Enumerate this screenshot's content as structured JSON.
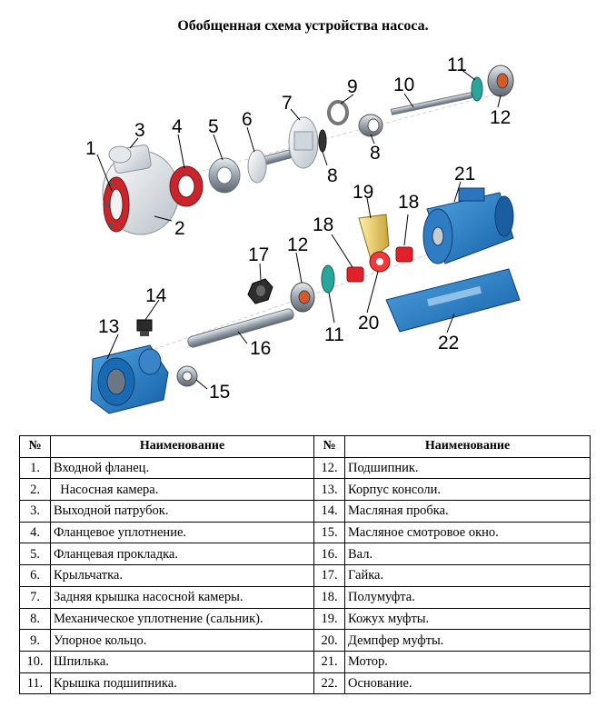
{
  "title": "Обобщенная схема устройства насоса.",
  "callouts": [
    "1",
    "2",
    "3",
    "4",
    "5",
    "6",
    "7",
    "8",
    "8",
    "9",
    "10",
    "11",
    "11",
    "12",
    "12",
    "13",
    "14",
    "15",
    "16",
    "17",
    "18",
    "18",
    "19",
    "20",
    "21",
    "22"
  ],
  "table": {
    "headers": {
      "num": "№",
      "name": "Наименование"
    },
    "rows": [
      {
        "n1": "1.",
        "name1": "Входной фланец.",
        "n2": "12.",
        "name2": "Подшипник."
      },
      {
        "n1": "2.",
        "name1": "  Насосная камера.",
        "n2": "13.",
        "name2": "Корпус консоли."
      },
      {
        "n1": "3.",
        "name1": "Выходной патрубок.",
        "n2": "14.",
        "name2": "Масляная пробка."
      },
      {
        "n1": "4.",
        "name1": "Фланцевое уплотнение.",
        "n2": "15.",
        "name2": "Масляное смотровое окно."
      },
      {
        "n1": "5.",
        "name1": "Фланцевая прокладка.",
        "n2": "16.",
        "name2": "Вал."
      },
      {
        "n1": "6.",
        "name1": "Крыльчатка.",
        "n2": "17.",
        "name2": "Гайка."
      },
      {
        "n1": "7.",
        "name1": "Задняя крышка насосной камеры.",
        "n2": "18.",
        "name2": "Полумуфта."
      },
      {
        "n1": "8.",
        "name1": "Механическое уплотнение (сальник).",
        "n2": "19.",
        "name2": "Кожух муфты."
      },
      {
        "n1": "9.",
        "name1": "Упорное кольцо.",
        "n2": "20.",
        "name2": "Демпфер муфты."
      },
      {
        "n1": "10.",
        "name1": "Шпилька.",
        "n2": "21.",
        "name2": "Мотор."
      },
      {
        "n1": "11.",
        "name1": "Крышка подшипника.",
        "n2": "22.",
        "name2": "Основание."
      }
    ]
  }
}
